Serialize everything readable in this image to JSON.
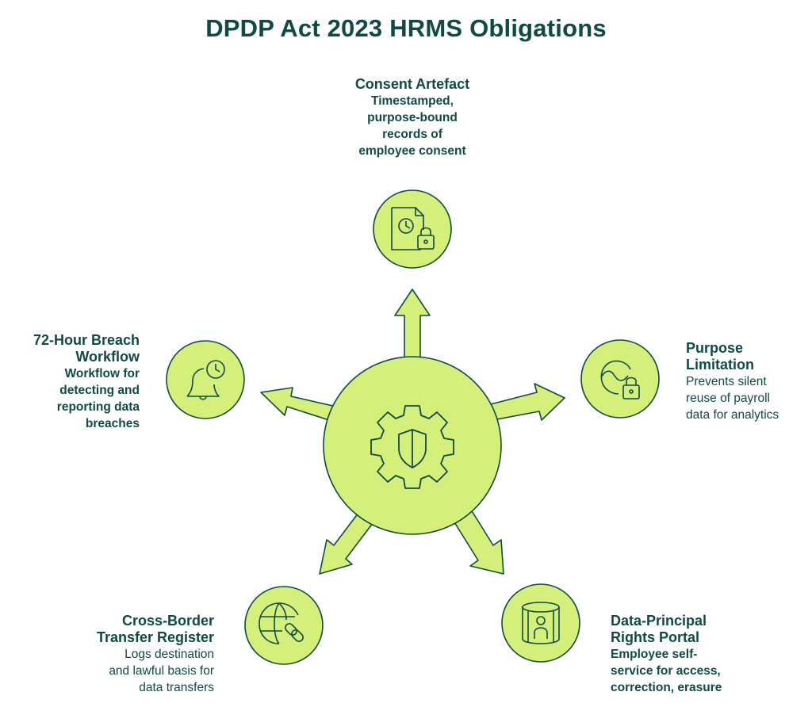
{
  "title": "DPDP Act 2023 HRMS Obligations",
  "colors": {
    "fill": "#d4ef7a",
    "stroke": "#0f4a45",
    "text": "#0f4a45",
    "background": "#ffffff"
  },
  "hub": {
    "icon": "gear-shield-icon"
  },
  "nodes": [
    {
      "id": "consent",
      "icon": "document-clock-lock-icon",
      "title": "Consent Artefact",
      "description_lines": [
        "Timestamped,",
        "purpose-bound",
        "records of",
        "employee consent"
      ]
    },
    {
      "id": "purpose",
      "icon": "infinity-lock-icon",
      "title_lines": [
        "Purpose",
        "Limitation"
      ],
      "description_lines": [
        "Prevents silent",
        "reuse of payroll",
        "data for analytics"
      ]
    },
    {
      "id": "rights",
      "icon": "person-in-cylinder-icon",
      "title_lines": [
        "Data-Principal",
        "Rights Portal"
      ],
      "description_lines": [
        "Employee self-",
        "service for access,",
        "correction, erasure"
      ]
    },
    {
      "id": "transfer",
      "icon": "globe-link-icon",
      "title_lines": [
        "Cross-Border",
        "Transfer Register"
      ],
      "description_lines": [
        "Logs destination",
        "and lawful basis for",
        "data transfers"
      ]
    },
    {
      "id": "breach",
      "icon": "bell-clock-icon",
      "title_lines": [
        "72-Hour Breach",
        "Workflow"
      ],
      "description_lines": [
        "Workflow for",
        "detecting and",
        "reporting data",
        "breaches"
      ]
    }
  ]
}
